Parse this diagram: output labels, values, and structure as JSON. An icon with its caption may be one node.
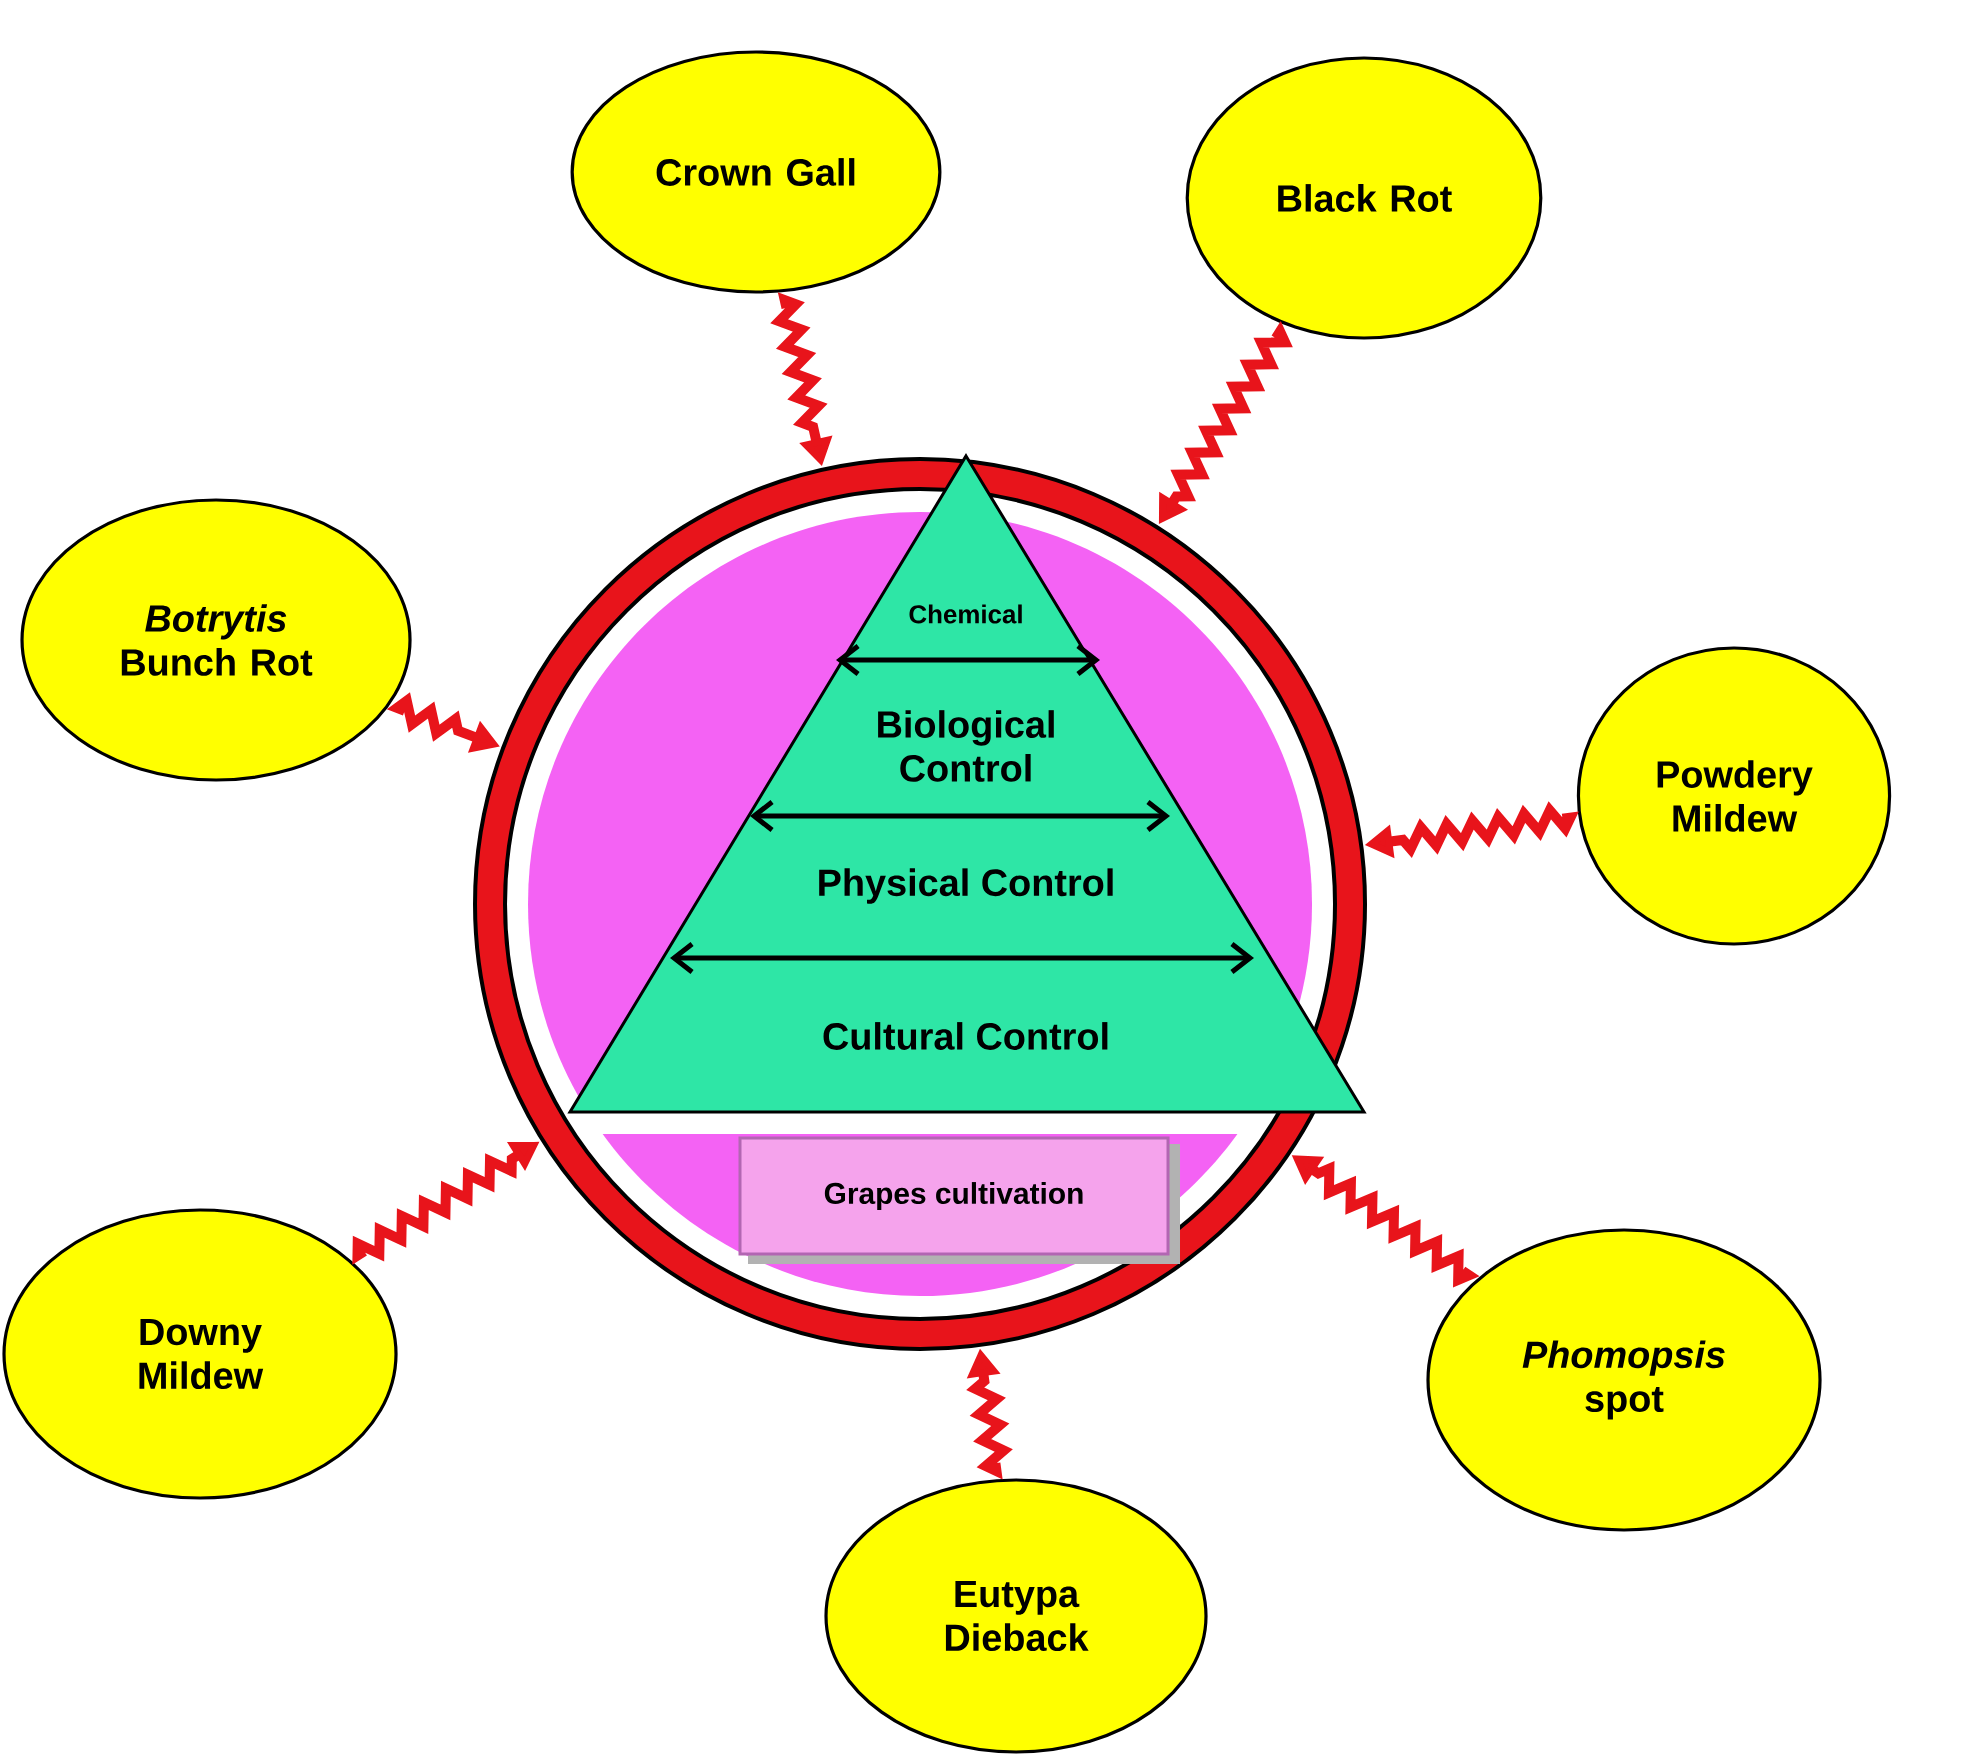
{
  "diagram": {
    "nodes": [
      {
        "text": [],
        "shape": "circle"
      },
      {
        "text": [
          "Chemical",
          "Biological Control",
          "Physical Control",
          "Cultural Control"
        ],
        "in": 0
      },
      {
        "text": [
          "Grapes cultivation"
        ],
        "in": 0
      },
      {
        "text": [
          "Crown Gall"
        ]
      },
      {
        "text": [
          "Black Rot"
        ]
      },
      {
        "text": [
          "*Botrytis* Bunch Rot"
        ]
      },
      {
        "text": [
          "Powdery Mildew"
        ]
      },
      {
        "text": [
          "Downy Mildew"
        ]
      },
      {
        "text": [
          "*Phomopsis* spot"
        ]
      },
      {
        "text": [
          "Eutypa Dieback"
        ]
      }
    ],
    "edges": [
      {
        "from": 3,
        "to": 0,
        "arrow": "to"
      },
      {
        "from": 4,
        "to": 0,
        "arrow": "to"
      },
      {
        "from": 5,
        "to": 0,
        "arrow": "to"
      },
      {
        "from": 6,
        "to": 0,
        "arrow": "to"
      },
      {
        "from": 7,
        "to": 0,
        "arrow": "to"
      },
      {
        "from": 8,
        "to": 0,
        "arrow": "to"
      },
      {
        "from": 9,
        "to": 0,
        "arrow": "to"
      }
    ]
  }
}
